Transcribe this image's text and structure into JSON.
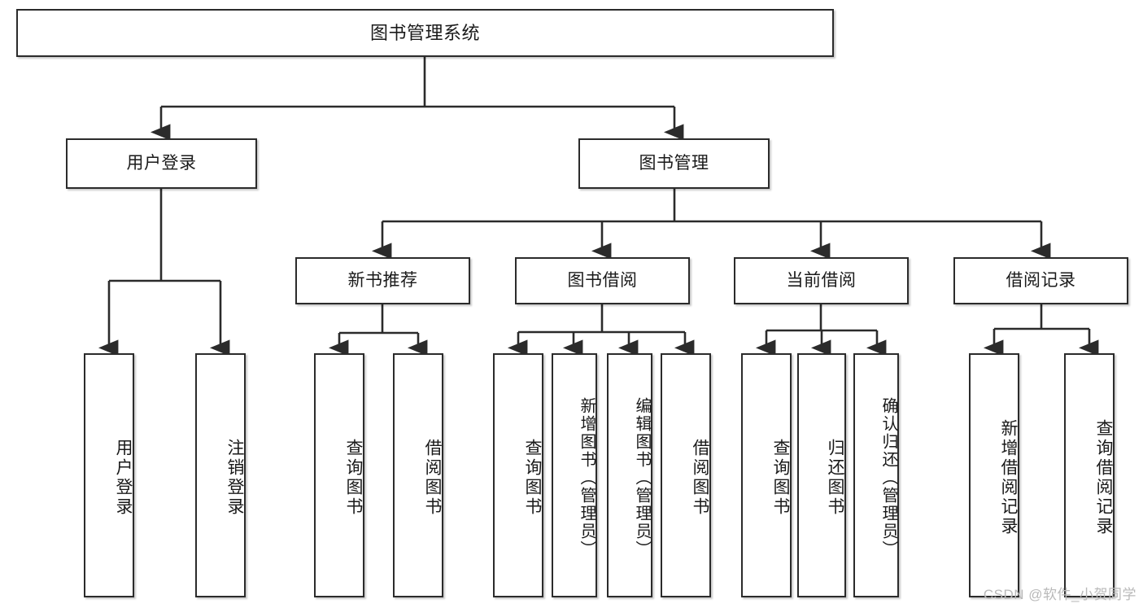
{
  "diagram": {
    "type": "tree",
    "title": "图书管理系统",
    "orientation": "top-down",
    "colors": {
      "box_border": "#2b2b2b",
      "box_fill": "#ffffff",
      "connector": "#2b2b2b",
      "text": "#1a1a1a",
      "watermark": "#b9b9b9"
    },
    "nodes": {
      "root": {
        "label": "图书管理系统"
      },
      "level2": [
        {
          "id": "user-login",
          "label": "用户登录"
        },
        {
          "id": "book-manage",
          "label": "图书管理"
        }
      ],
      "level3": [
        {
          "id": "new-book-recommend",
          "label": "新书推荐"
        },
        {
          "id": "book-borrow",
          "label": "图书借阅"
        },
        {
          "id": "current-borrow",
          "label": "当前借阅"
        },
        {
          "id": "borrow-record",
          "label": "借阅记录"
        }
      ],
      "leaves": {
        "user_login": [
          {
            "id": "leaf-user-login",
            "label": "用户登录"
          },
          {
            "id": "leaf-logout-login",
            "label": "注销登录"
          }
        ],
        "new_book_recommend": [
          {
            "id": "leaf-query-book-1",
            "label": "查询图书"
          },
          {
            "id": "leaf-borrow-book-1",
            "label": "借阅图书"
          }
        ],
        "book_borrow": [
          {
            "id": "leaf-query-book-2",
            "label": "查询图书"
          },
          {
            "id": "leaf-add-book",
            "label": "新增图书（管理员）"
          },
          {
            "id": "leaf-edit-book",
            "label": "编辑图书（管理员）"
          },
          {
            "id": "leaf-borrow-book-2",
            "label": "借阅图书"
          }
        ],
        "current_borrow": [
          {
            "id": "leaf-query-book-3",
            "label": "查询图书"
          },
          {
            "id": "leaf-return-book",
            "label": "归还图书"
          },
          {
            "id": "leaf-confirm-return",
            "label": "确认归还（管理员）"
          }
        ],
        "borrow_record": [
          {
            "id": "leaf-add-record",
            "label": "新增借阅记录"
          },
          {
            "id": "leaf-query-record",
            "label": "查询借阅记录"
          }
        ]
      }
    },
    "watermark": "CSDN @软件_小贺同学"
  }
}
